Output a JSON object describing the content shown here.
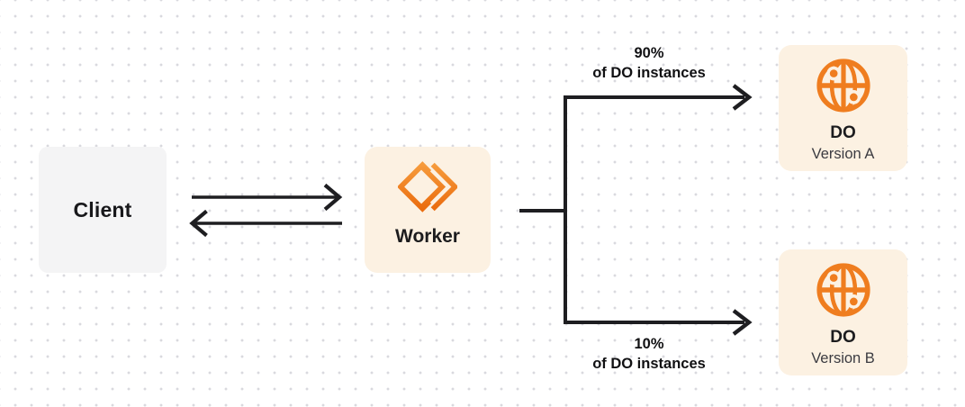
{
  "diagram": {
    "client": {
      "label": "Client"
    },
    "worker": {
      "label": "Worker"
    },
    "do_version_a": {
      "title": "DO",
      "subtitle": "Version A"
    },
    "do_version_b": {
      "title": "DO",
      "subtitle": "Version B"
    },
    "branch_top": {
      "percent": "90%",
      "caption": "of DO instances"
    },
    "branch_bottom": {
      "percent": "10%",
      "caption": "of DO instances"
    }
  },
  "icons": {
    "worker_icon": "workers-logo-icon",
    "do_icon": "globe-icon"
  },
  "colors": {
    "background": "#ffffff",
    "dot_grid": "#d9d9de",
    "line_dark": "#1e1e21",
    "client_card_bg": "#f4f4f5",
    "cream_card_bg": "#fcf1e2",
    "accent_orange": "#ef7d1f",
    "workers_gradient_top": "#f69b3c",
    "workers_gradient_bottom": "#ea6c0e",
    "text_primary": "#18181b",
    "text_secondary": "#3b3b41"
  }
}
